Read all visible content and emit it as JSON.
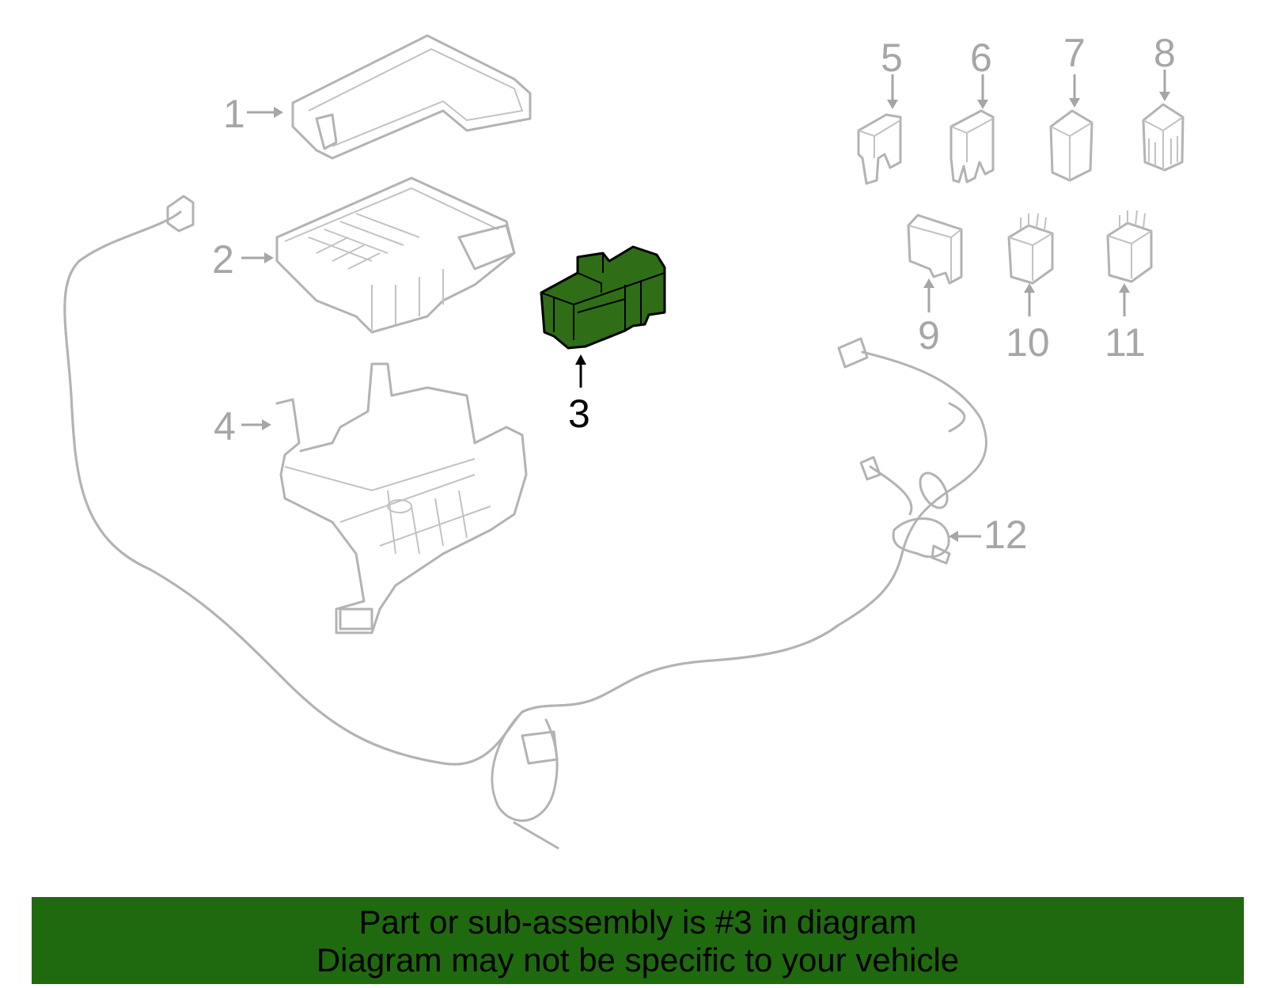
{
  "diagram": {
    "callouts": [
      {
        "id": "1",
        "label": "1",
        "highlighted": false
      },
      {
        "id": "2",
        "label": "2",
        "highlighted": false
      },
      {
        "id": "3",
        "label": "3",
        "highlighted": true
      },
      {
        "id": "4",
        "label": "4",
        "highlighted": false
      },
      {
        "id": "5",
        "label": "5",
        "highlighted": false
      },
      {
        "id": "6",
        "label": "6",
        "highlighted": false
      },
      {
        "id": "7",
        "label": "7",
        "highlighted": false
      },
      {
        "id": "8",
        "label": "8",
        "highlighted": false
      },
      {
        "id": "9",
        "label": "9",
        "highlighted": false
      },
      {
        "id": "10",
        "label": "10",
        "highlighted": false
      },
      {
        "id": "11",
        "label": "11",
        "highlighted": false
      },
      {
        "id": "12",
        "label": "12",
        "highlighted": false
      }
    ],
    "colors": {
      "highlight_part": "#2f6d17",
      "outline": "#b3b3b3",
      "banner": "#1f6a0f"
    }
  },
  "banner": {
    "line1": "Part or sub-assembly is #3 in diagram",
    "line2": "Diagram may not be specific to your vehicle"
  }
}
